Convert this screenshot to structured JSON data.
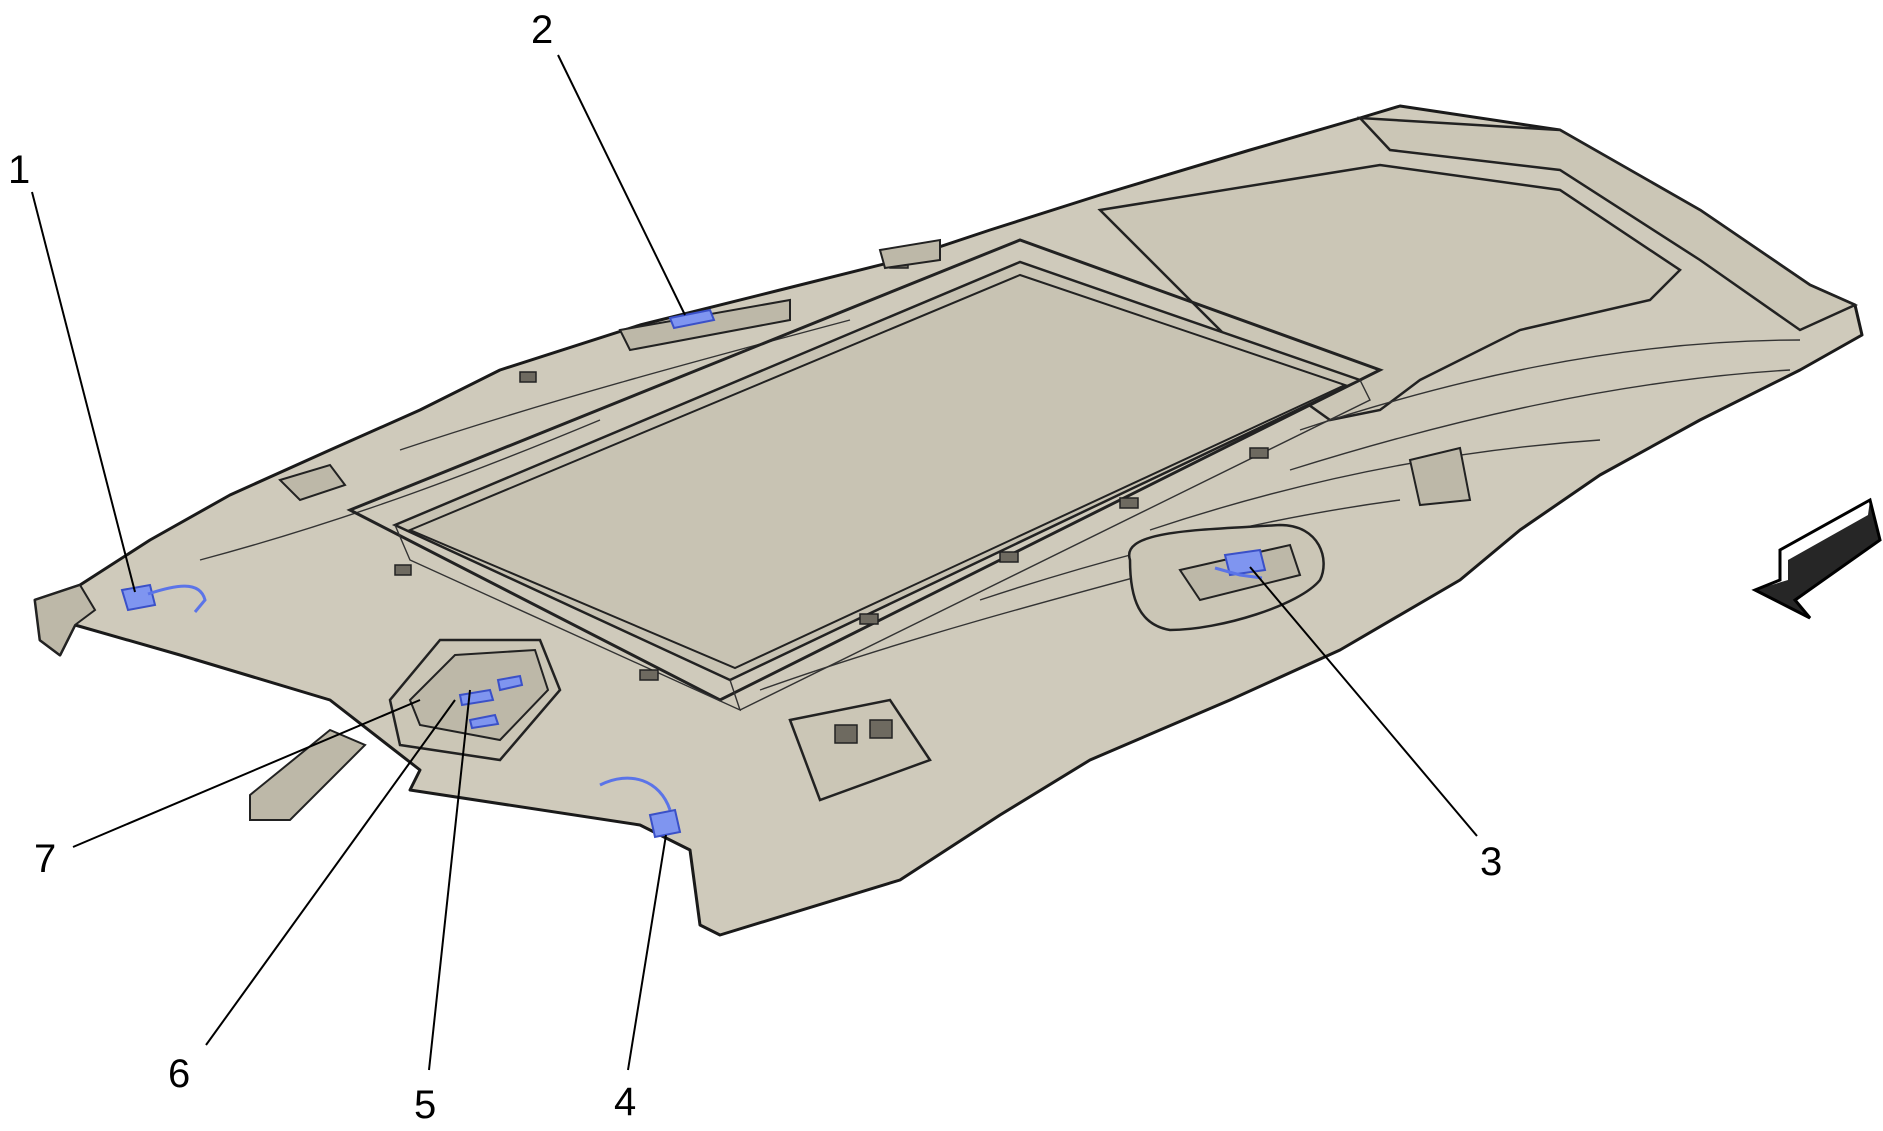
{
  "callouts": [
    {
      "id": "1",
      "text": "1"
    },
    {
      "id": "2",
      "text": "2"
    },
    {
      "id": "3",
      "text": "3"
    },
    {
      "id": "4",
      "text": "4"
    },
    {
      "id": "5",
      "text": "5"
    },
    {
      "id": "6",
      "text": "6"
    },
    {
      "id": "7",
      "text": "7"
    }
  ],
  "colors": {
    "headliner": "#cfcabb",
    "highlight": "#7f95f0",
    "outline": "#1a1a1a"
  },
  "icons": {
    "direction_arrow": "front-direction-arrow-icon"
  }
}
